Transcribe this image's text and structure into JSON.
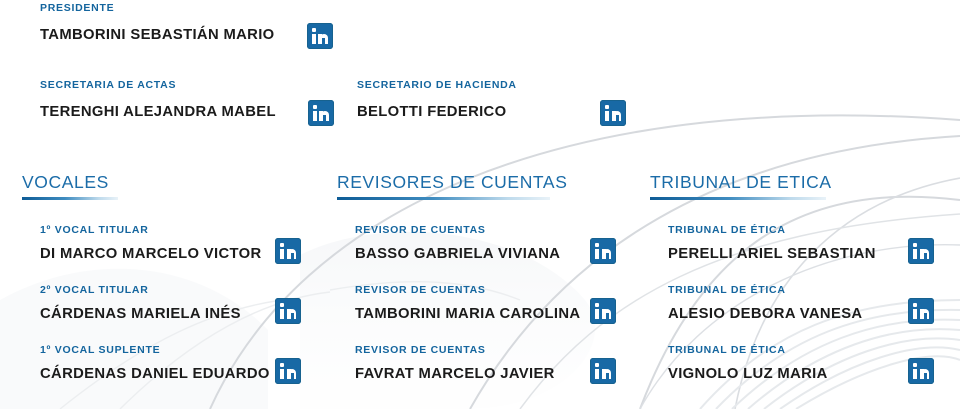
{
  "theme": {
    "background": "#ffffff",
    "role_color": "#14659e",
    "name_color": "#1b1b1b",
    "header_color": "#1b6ca8",
    "linkedin_blue": "#1869a5",
    "rule_gradient_start": "#0e5c96",
    "rule_gradient_end": "#e9f2f8"
  },
  "icons": {
    "linkedin": "linkedin-icon"
  },
  "top": {
    "presidente": {
      "role": "PRESIDENTE",
      "name": "TAMBORINI SEBASTIÁN MARIO"
    },
    "secretaria_actas": {
      "role": "SECRETARIA DE ACTAS",
      "name": "TERENGHI ALEJANDRA MABEL"
    },
    "secretario_hacienda": {
      "role": "SECRETARIO DE HACIENDA",
      "name": "BELOTTI FEDERICO"
    }
  },
  "sections": [
    {
      "title": "VOCALES",
      "items": [
        {
          "role": "1º VOCAL TITULAR",
          "name": "DI MARCO MARCELO VICTOR"
        },
        {
          "role": "2º VOCAL TITULAR",
          "name": "CÁRDENAS MARIELA INÉS"
        },
        {
          "role": "1º VOCAL SUPLENTE",
          "name": "CÁRDENAS DANIEL EDUARDO"
        }
      ]
    },
    {
      "title": "REVISORES DE CUENTAS",
      "items": [
        {
          "role": "REVISOR DE CUENTAS",
          "name": "BASSO GABRIELA VIVIANA"
        },
        {
          "role": "REVISOR DE CUENTAS",
          "name": "TAMBORINI MARIA CAROLINA"
        },
        {
          "role": "REVISOR DE CUENTAS",
          "name": "FAVRAT MARCELO JAVIER"
        }
      ]
    },
    {
      "title": "TRIBUNAL DE ETICA",
      "items": [
        {
          "role": "TRIBUNAL DE ÉTICA",
          "name": "PERELLI ARIEL SEBASTIAN"
        },
        {
          "role": "TRIBUNAL DE ÉTICA",
          "name": "ALESIO DEBORA VANESA"
        },
        {
          "role": "TRIBUNAL DE ÉTICA",
          "name": "VIGNOLO LUZ MARIA"
        }
      ]
    }
  ]
}
